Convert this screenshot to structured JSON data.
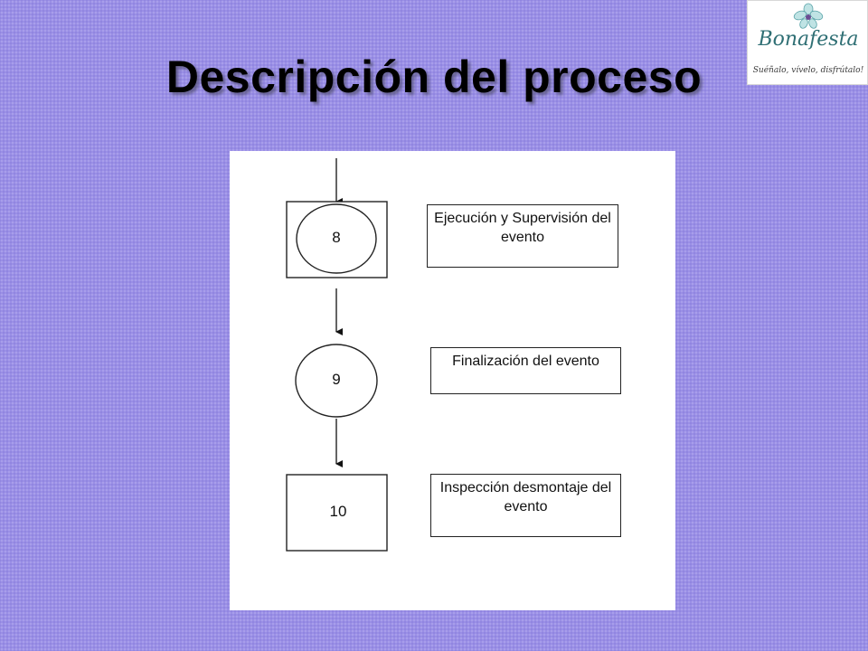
{
  "slide": {
    "title": "Descripción del proceso"
  },
  "logo": {
    "name": "Bonafesta",
    "tagline": "Suéñalo, vívelo, disfrútalo!",
    "icon": "orchid-icon"
  },
  "flow": {
    "steps": [
      {
        "number": "8",
        "shape": "circle-in-square",
        "description": "Ejecución y Supervisión del evento"
      },
      {
        "number": "9",
        "shape": "circle",
        "description": "Finalización del evento"
      },
      {
        "number": "10",
        "shape": "square",
        "description": "Inspección desmontaje del evento"
      }
    ]
  }
}
